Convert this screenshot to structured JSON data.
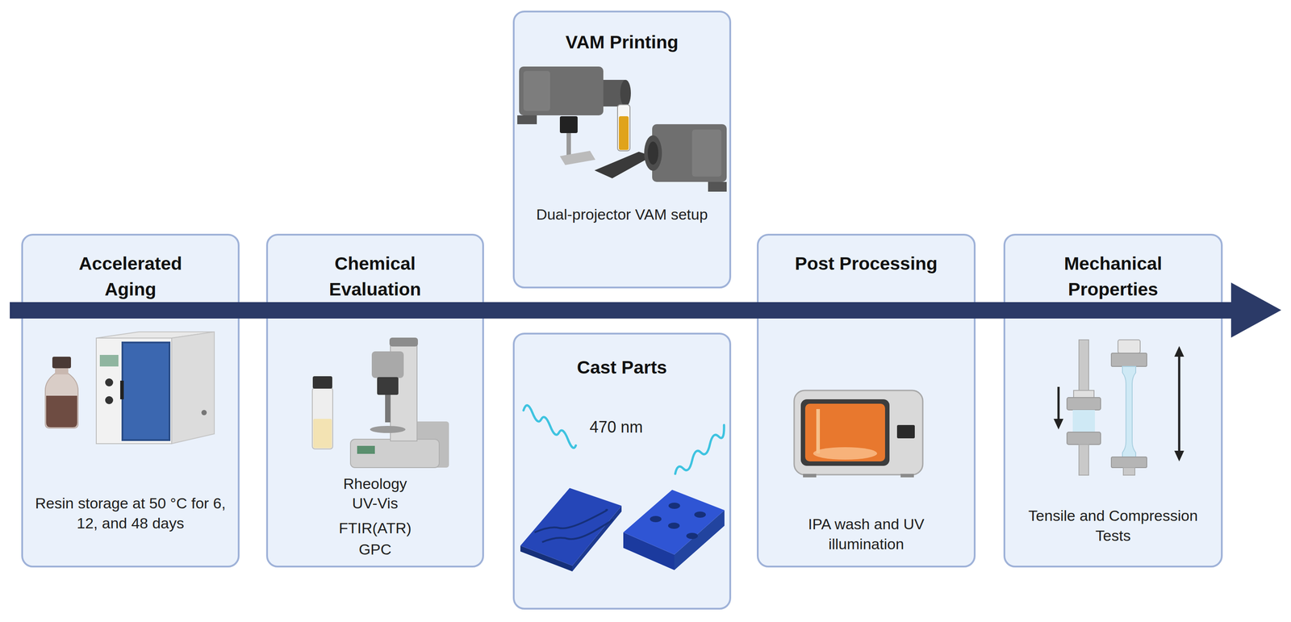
{
  "diagram": {
    "nodes": [
      {
        "text": [
          "Accelerated Aging",
          "Resin storage at 50 °C for 6, 12, and 48 days"
        ]
      },
      {
        "text": [
          "Chemical Evaluation",
          "Rheology",
          "UV-Vis",
          "FTIR(ATR)",
          "GPC"
        ]
      },
      {
        "text": [
          "VAM Printing",
          "Dual-projector VAM setup"
        ]
      },
      {
        "text": [
          "Cast Parts",
          "470 nm"
        ]
      },
      {
        "text": [
          "Post Processing",
          "IPA wash and UV illumination"
        ]
      },
      {
        "text": [
          "Mechanical Properties",
          "Tensile and Compression Tests"
        ]
      }
    ]
  }
}
